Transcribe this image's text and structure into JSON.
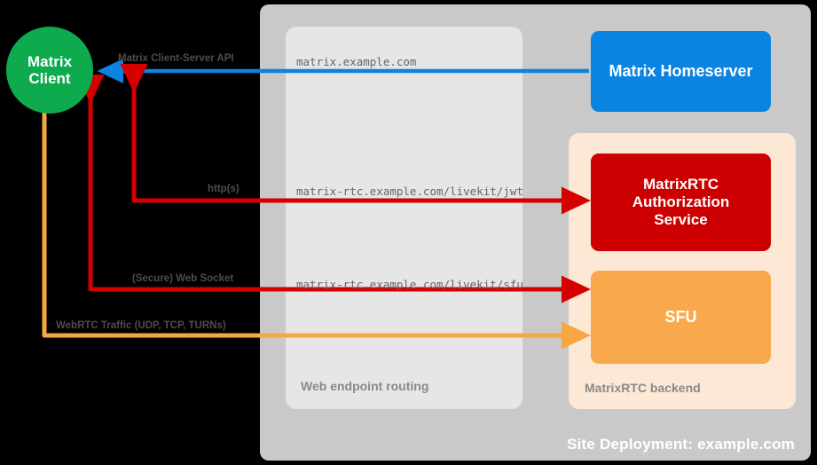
{
  "diagram": {
    "title": "Site Deployment: example.com",
    "containers": {
      "site_deployment": "Site Deployment: example.com",
      "web_routing": "Web endpoint routing",
      "rtc_backend": "MatrixRTC backend"
    },
    "nodes": {
      "client_line1": "Matrix",
      "client_line2": "Client",
      "homeserver": "Matrix Homeserver",
      "auth_line1": "MatrixRTC",
      "auth_line2": "Authorization",
      "auth_line3": "Service",
      "sfu": "SFU"
    },
    "protocol_labels": {
      "cs_api": "Matrix Client-Server API",
      "https": "http(s)",
      "websocket": "(Secure) Web Socket",
      "webrtc": "WebRTC Traffic (UDP, TCP, TURNs)"
    },
    "endpoints": {
      "homeserver_url": "matrix.example.com",
      "jwt_url": "matrix-rtc.example.com/livekit/jwt",
      "sfu_url": "matrix-rtc.example.com/livekit/sfu"
    },
    "colors": {
      "client_green": "#0dab4e",
      "homeserver_blue": "#0a84e0",
      "auth_red": "#cc0000",
      "sfu_orange": "#f8a94b",
      "backend_peach": "#fce8d5",
      "outer_gray": "#c9c9c9",
      "inner_gray": "#e6e6e6",
      "background": "#000000"
    }
  }
}
